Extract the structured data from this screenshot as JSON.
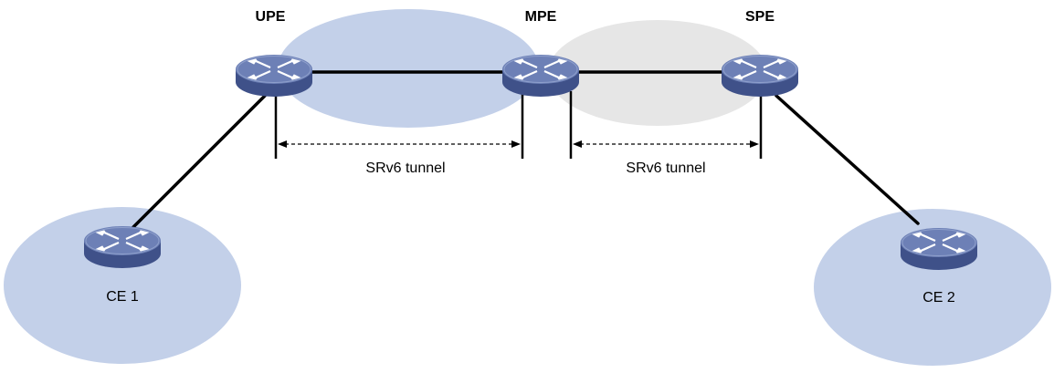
{
  "nodes": {
    "upe": {
      "label": "UPE"
    },
    "mpe": {
      "label": "MPE"
    },
    "spe": {
      "label": "SPE"
    },
    "ce1": {
      "label": "CE 1"
    },
    "ce2": {
      "label": "CE 2"
    }
  },
  "tunnels": [
    {
      "label": "SRv6 tunnel"
    },
    {
      "label": "SRv6 tunnel"
    }
  ],
  "colors": {
    "blue_region": "#c3d0e9",
    "gray_region": "#e6e6e6",
    "router_top": "#6d80b6",
    "router_side": "#3f5189",
    "router_icon": "#ffffff",
    "link": "#000000"
  }
}
